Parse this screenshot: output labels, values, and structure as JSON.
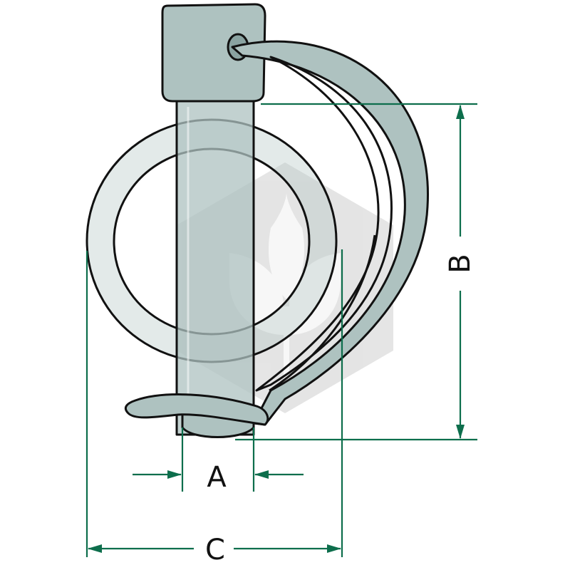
{
  "colors": {
    "metal": "#aec2c0",
    "metal_dark": "#8aa3a1",
    "outline": "#111111",
    "dimension": "#0d6e4c",
    "watermark": "#cfcfcf"
  },
  "icons": {
    "watermark": "leaf-hexagon-icon"
  },
  "dimensions": {
    "a_label": "A",
    "b_label": "B",
    "c_label": "C"
  }
}
